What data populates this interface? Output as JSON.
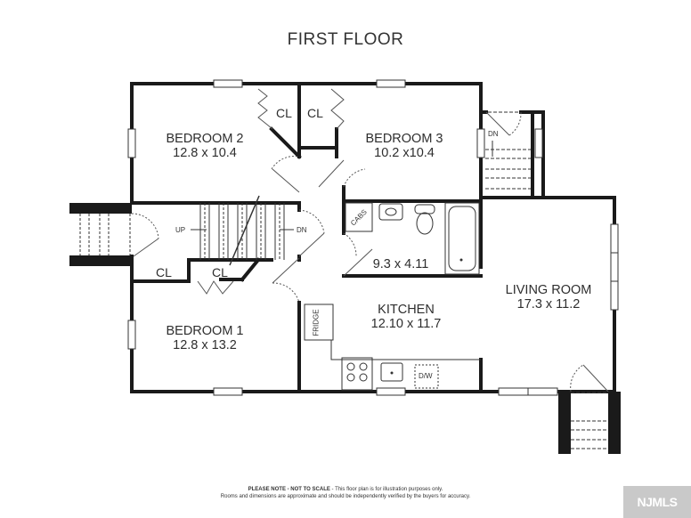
{
  "title": "FIRST FLOOR",
  "rooms": {
    "bedroom2": {
      "name": "BEDROOM 2",
      "size": "12.8 x 10.4"
    },
    "bedroom3": {
      "name": "BEDROOM 3",
      "size": "10.2 x10.4"
    },
    "bedroom1": {
      "name": "BEDROOM 1",
      "size": "12.8 x 13.2"
    },
    "bathroom": {
      "name": "",
      "size": "9.3 x 4.11"
    },
    "kitchen": {
      "name": "KITCHEN",
      "size": "12.10 x 11.7"
    },
    "living_room": {
      "name": "LIVING ROOM",
      "size": "17.3 x 11.2"
    }
  },
  "labels": {
    "closet": "CL",
    "cabinets": "CABS",
    "fridge": "FRIDGE",
    "dishwasher": "D/W",
    "stairs_up": "UP",
    "stairs_down": "DN"
  },
  "footer": {
    "note_bold": "PLEASE NOTE - NOT TO SCALE",
    "note_line1": " - This floor plan is for illustration purposes only.",
    "note_line2": "Rooms and dimensions are approximate and should be independently verified by the buyers for accuracy."
  },
  "watermark": "NJMLS",
  "colors": {
    "wall": "#1a1a1a",
    "background": "#ffffff",
    "watermark_bg": "#c9c9c9"
  }
}
